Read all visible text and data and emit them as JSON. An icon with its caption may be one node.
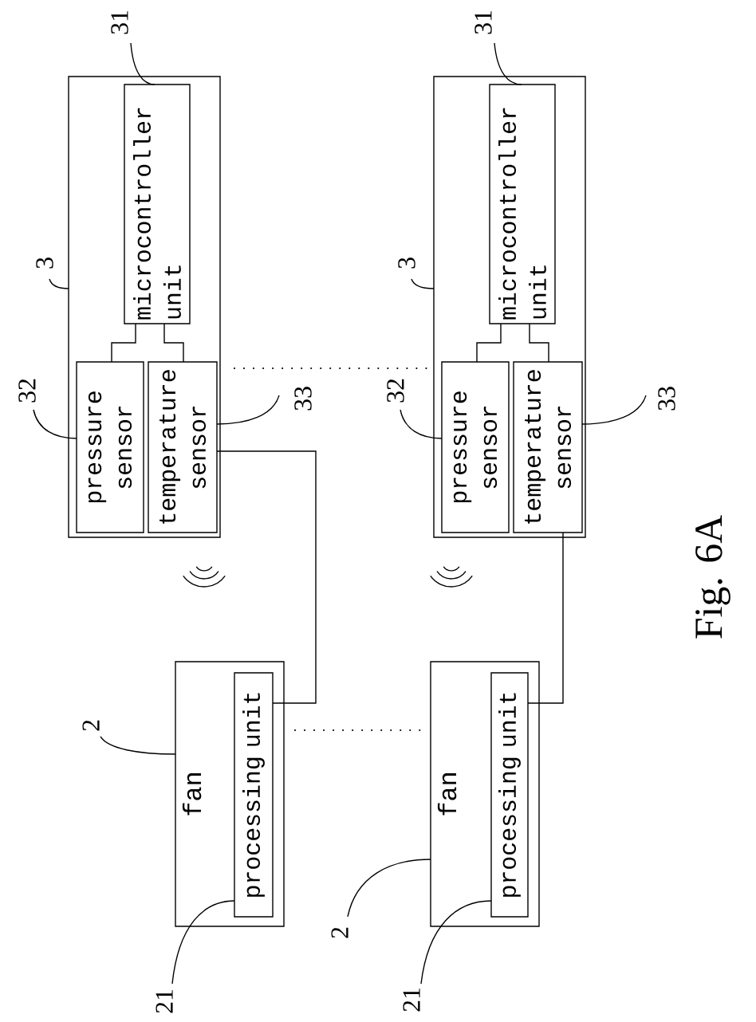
{
  "diagram": {
    "caption": "Fig. 6A",
    "nodes": [
      {
        "text": [],
        "shape": "box"
      },
      {
        "text": [
          "microcontroller unit"
        ],
        "in": 0
      },
      {
        "text": [
          "pressure sensor"
        ],
        "in": 0
      },
      {
        "text": [
          "temperature sensor"
        ],
        "in": 0
      },
      {
        "text": [],
        "shape": "box"
      },
      {
        "text": [
          "microcontroller unit"
        ],
        "in": 4
      },
      {
        "text": [
          "pressure sensor"
        ],
        "in": 4
      },
      {
        "text": [
          "temperature sensor"
        ],
        "in": 4
      },
      {
        "text": [
          "fan"
        ]
      },
      {
        "text": [
          "processing unit"
        ],
        "in": 8
      },
      {
        "text": [
          "fan"
        ]
      },
      {
        "text": [
          "processing unit"
        ],
        "in": 10
      },
      {
        "text": [
          "31"
        ]
      },
      {
        "text": [
          "31"
        ]
      },
      {
        "text": [
          "3"
        ]
      },
      {
        "text": [
          "3"
        ]
      },
      {
        "text": [
          "32"
        ]
      },
      {
        "text": [
          "33"
        ]
      },
      {
        "text": [
          "32"
        ]
      },
      {
        "text": [
          "33"
        ]
      },
      {
        "text": [
          "2"
        ]
      },
      {
        "text": [
          "21"
        ]
      },
      {
        "text": [
          "2"
        ]
      },
      {
        "text": [
          "21"
        ]
      }
    ],
    "edges": [
      {
        "from": 1,
        "to": 2,
        "arrow": "none"
      },
      {
        "from": 1,
        "to": 3,
        "arrow": "none"
      },
      {
        "from": 5,
        "to": 6,
        "arrow": "none"
      },
      {
        "from": 5,
        "to": 7,
        "arrow": "none"
      },
      {
        "from": 3,
        "to": 9,
        "arrow": "none"
      },
      {
        "from": 7,
        "to": 11,
        "arrow": "none"
      },
      {
        "from": 0,
        "to": 4,
        "arrow": "none",
        "style": "dashed"
      },
      {
        "from": 8,
        "to": 10,
        "arrow": "none",
        "style": "dashed"
      },
      {
        "from": 12,
        "to": 1,
        "arrow": "none"
      },
      {
        "from": 13,
        "to": 5,
        "arrow": "none"
      },
      {
        "from": 14,
        "to": 0,
        "arrow": "none"
      },
      {
        "from": 15,
        "to": 4,
        "arrow": "none"
      },
      {
        "from": 16,
        "to": 2,
        "arrow": "none"
      },
      {
        "from": 17,
        "to": 3,
        "arrow": "none"
      },
      {
        "from": 18,
        "to": 6,
        "arrow": "none"
      },
      {
        "from": 19,
        "to": 7,
        "arrow": "none"
      },
      {
        "from": 20,
        "to": 8,
        "arrow": "none"
      },
      {
        "from": 21,
        "to": 9,
        "arrow": "none"
      },
      {
        "from": 22,
        "to": 10,
        "arrow": "none"
      },
      {
        "from": 23,
        "to": 11,
        "arrow": "none"
      }
    ]
  }
}
